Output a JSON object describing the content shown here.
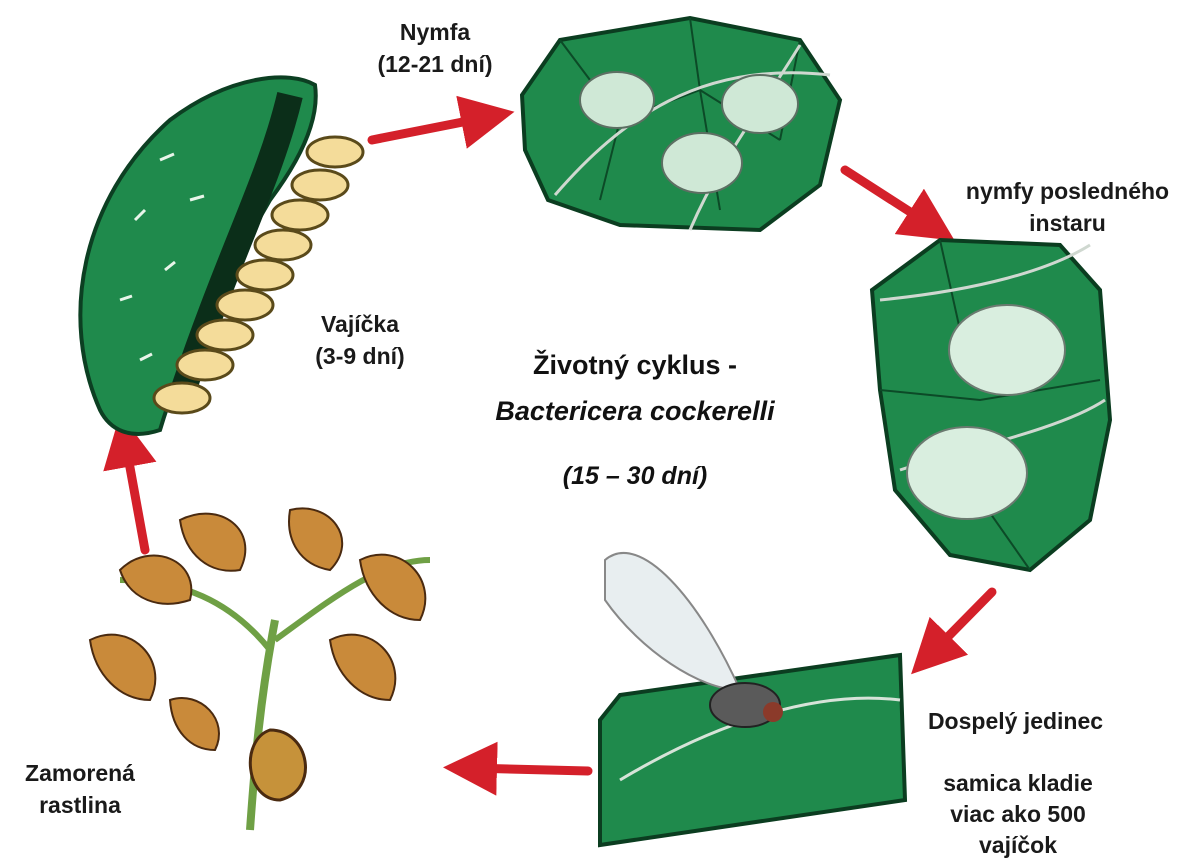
{
  "title": {
    "line1": "Životný cyklus -",
    "line2": "Bactericera cockerelli",
    "duration": "(15 – 30 dní)"
  },
  "stages": {
    "nymph": {
      "name": "Nymfa",
      "duration": "(12-21 dní)"
    },
    "late_nymph": {
      "line1": "nymfy posledného",
      "line2": "instaru"
    },
    "adult": {
      "name": "Dospelý jedinec",
      "note1": "samica kladie",
      "note2": "viac ako 500",
      "note3": "vajíčok"
    },
    "plant": {
      "line1": "Zamorená",
      "line2": "rastlina"
    },
    "eggs": {
      "name": "Vajíčka",
      "duration": "(3-9 dní)"
    }
  },
  "colors": {
    "arrow": "#d4202a",
    "leaf": "#1f8a4c",
    "leaf_dark": "#0f5e31",
    "egg": "#f4dc9a",
    "nymph": "#cfe8d6",
    "plant": "#c98a3a"
  }
}
